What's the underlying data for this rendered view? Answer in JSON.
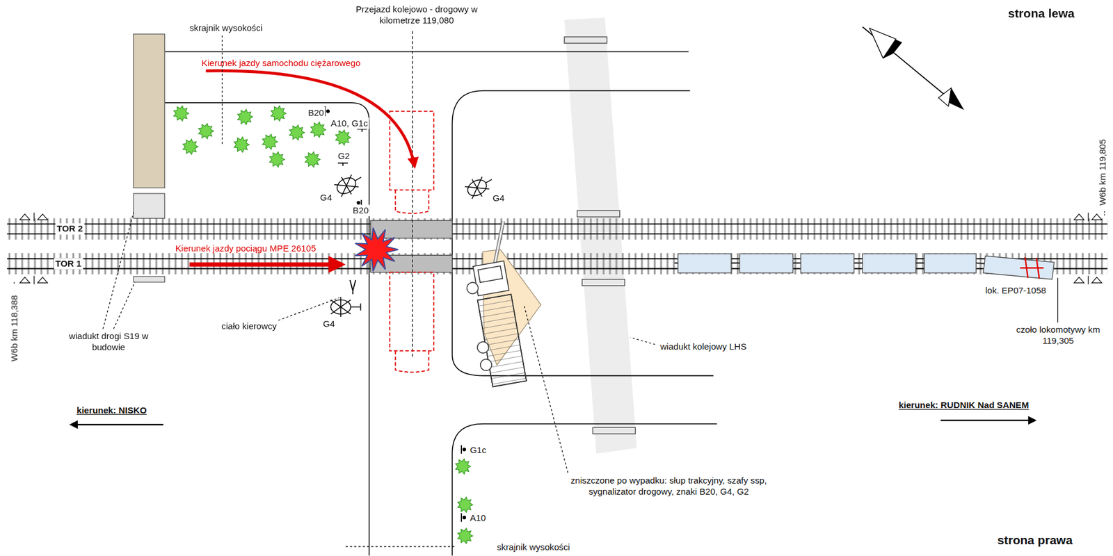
{
  "diagram": {
    "labels": [
      "Przejazd kolejowo - drogowy w kilometrze 119,080",
      "skrajnik wysokości",
      "strona lewa",
      "Kierunek jazdy samochodu ciężarowego",
      "B20",
      "A10, G1c",
      "G2",
      "G4",
      "B20",
      "G4",
      "TOR 2",
      "TOR 1",
      "Kierunek jazdy pociągu MPE 26105",
      "ciało kierowcy",
      "G4",
      "wiadukt drogi S19 w budowie",
      "W6b km 118,388",
      "kierunek: NISKO",
      "wiadukt kolejowy LHS",
      "zniszczone po wypadku: słup trakcyjny, szafy ssp, sygnalizator drogowy, znaki B20, G4, G2",
      "lok. EP07-1058",
      "czoło lokomotywy km 119,305",
      "W6b km 119,805",
      "kierunek: RUDNIK Nad SANEM",
      "G1c",
      "A10",
      "skrajnik wysokości",
      "strona prawa"
    ]
  }
}
